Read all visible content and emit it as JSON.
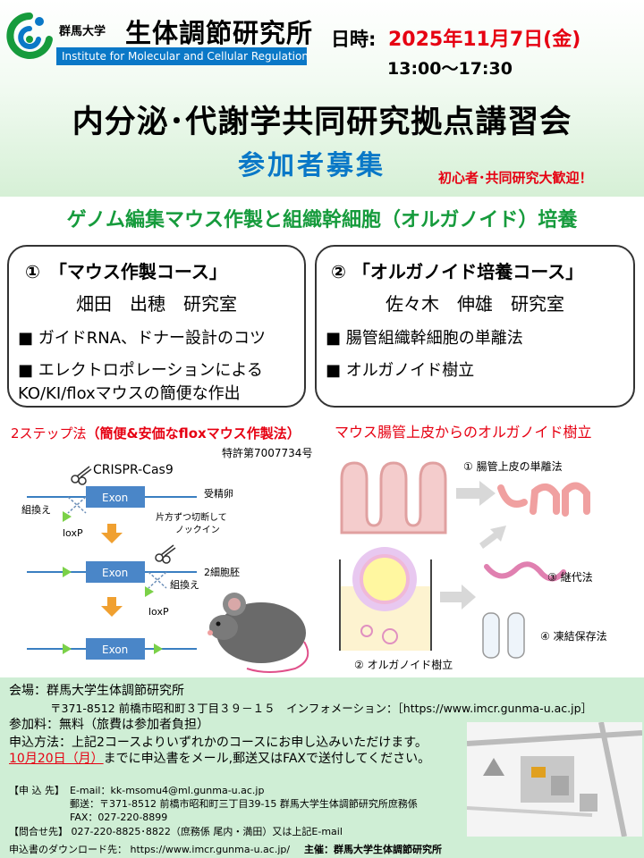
{
  "header": {
    "inst_jp_small": "群馬大学",
    "inst_jp_big": "生体調節研究所",
    "inst_en": "Institute for Molecular and Cellular Regulation",
    "date_label": "日時:",
    "date_value": "2025年11月7日(金)",
    "time_value": "13:00～17:30"
  },
  "title": {
    "main": "内分泌･代謝学共同研究拠点講習会",
    "recruit": "参加者募集",
    "welcome": "初心者･共同研究大歓迎！",
    "subtitle": "ゲノム編集マウス作製と組織幹細胞（オルガノイド）培養"
  },
  "course1": {
    "title": "①　「マウス作製コース」",
    "lab": "畑田　出穂　研究室",
    "item1": "■ ガイドRNA、ドナー設計のコツ",
    "item2": "■ エレクトロポレーションによる",
    "item2b": "KO/KI/floxマウスの簡便な作出"
  },
  "course2": {
    "title": "② 「オルガノイド培養コース」",
    "lab": "佐々木　伸雄　研究室",
    "item1": "■ 腸管組織幹細胞の単離法",
    "item2": "■ オルガノイド樹立"
  },
  "figures": {
    "step_title_a": "2ステップ法",
    "step_title_b": "（簡便&安価なfloxマウス作製法）",
    "patent": "特許第7007734号",
    "crispr": "CRISPR-Cas9",
    "exon": "Exon",
    "fertilized_egg": "受精卵",
    "recombination": "組換え",
    "loxp": "loxP",
    "cut_knockin_1": "片方ずつ切断して",
    "cut_knockin_2": "ノックイン",
    "two_cell": "2細胞胚",
    "organ_title": "マウス腸管上皮からのオルガノイド樹立",
    "step1": "① 腸管上皮の単離法",
    "step2": "② オルガノイド樹立",
    "step3": "③ 継代法",
    "step4": "④ 凍結保存法"
  },
  "info": {
    "venue": "会場：群馬大学生体調節研究所",
    "address": "〒371-8512 前橋市昭和町３丁目３９－１５　インフォメーション：［https://www.imcr.gunma-u.ac.jp］",
    "fee": "参加料：無料（旅費は参加者負担）",
    "apply": "申込方法：上記2コースよりいずれかのコースにお申し込みいただけます。",
    "deadline": "10月20日（月）",
    "deadline_rest": "までに申込書をメール,郵送又はFAXで送付してください。",
    "contact_label": "【申 込 先】",
    "email": "E-mail：kk-msomu4@ml.gunma-u.ac.jp",
    "mail": "郵送：〒371-8512 前橋市昭和町三丁目39-15 群馬大学生体調節研究所庶務係",
    "fax": "FAX：027-220-8899",
    "inquiry": "【問合せ先】 027-220-8825･8822（庶務係 尾内・満田）又は上記E-mail",
    "download": "申込書のダウンロード先： https://www.imcr.gunma-u.ac.jp/",
    "organizer": "主催：群馬大学生体調節研究所"
  },
  "colors": {
    "accent_blue": "#0a78c7",
    "accent_red": "#e60012",
    "accent_green": "#169b3c",
    "band_green": "#cfeed5"
  }
}
